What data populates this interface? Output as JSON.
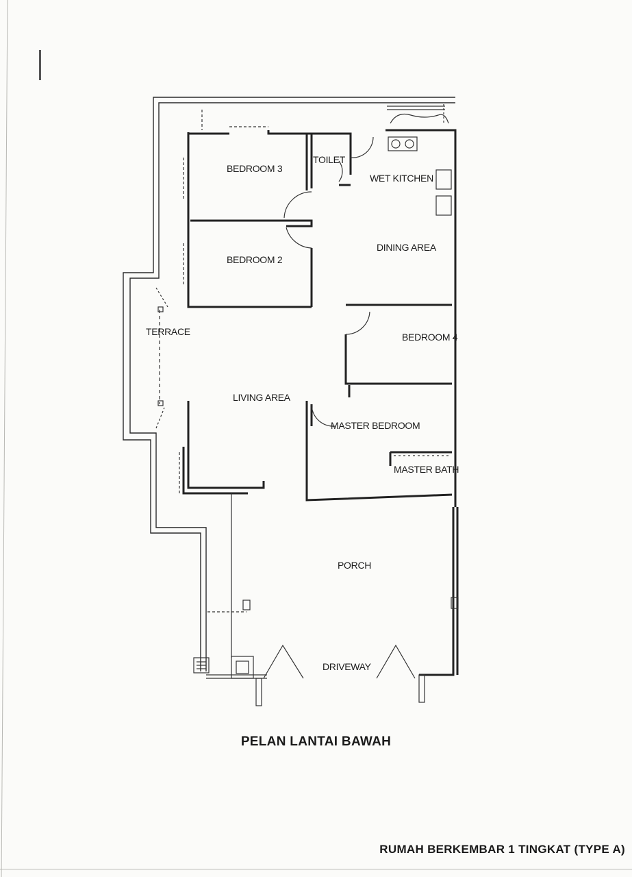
{
  "plan": {
    "rooms": {
      "bedroom3": "BEDROOM 3",
      "toilet": "TOILET",
      "wet_kitchen": "WET KITCHEN",
      "bedroom2": "BEDROOM 2",
      "dining": "DINING AREA",
      "bedroom4": "BEDROOM 4",
      "terrace": "TERRACE",
      "living": "LIVING AREA",
      "master_bedroom": "MASTER BEDROOM",
      "master_bath": "MASTER BATH",
      "porch": "PORCH",
      "driveway": "DRIVEWAY"
    },
    "title": "PELAN LANTAI BAWAH"
  },
  "caption": "RUMAH BERKEMBAR 1 TINGKAT (TYPE A)"
}
